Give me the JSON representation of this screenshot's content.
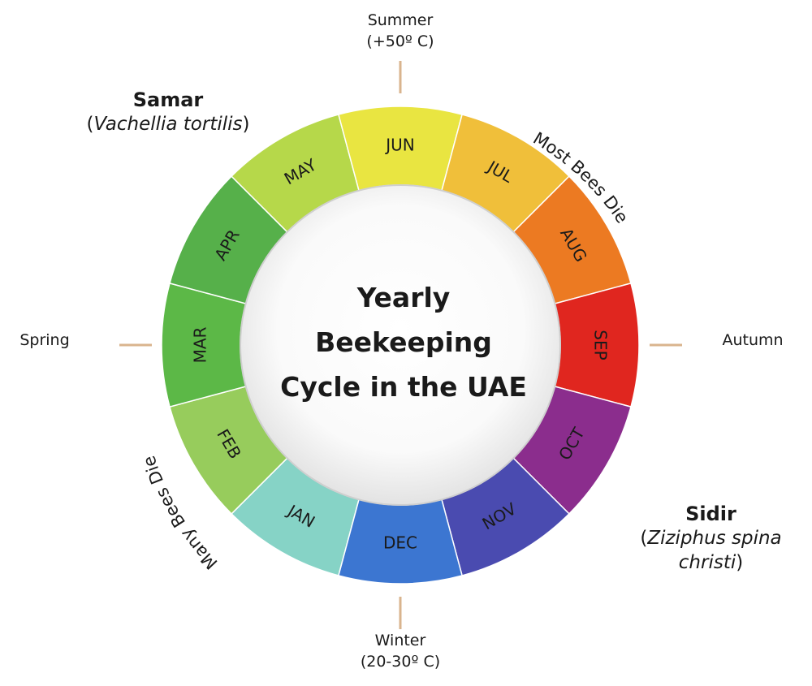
{
  "title_lines": [
    "Yearly",
    "Beekeeping",
    "Cycle in the UAE"
  ],
  "months": [
    {
      "label": "JAN",
      "color": "#86d3c6"
    },
    {
      "label": "FEB",
      "color": "#97cc5c"
    },
    {
      "label": "MAR",
      "color": "#5cb847"
    },
    {
      "label": "APR",
      "color": "#56b04a"
    },
    {
      "label": "MAY",
      "color": "#b6d84a"
    },
    {
      "label": "JUN",
      "color": "#e9e541"
    },
    {
      "label": "JUL",
      "color": "#f0bf3a"
    },
    {
      "label": "AUG",
      "color": "#ec7a22"
    },
    {
      "label": "SEP",
      "color": "#e0261f"
    },
    {
      "label": "OCT",
      "color": "#8b2d8d"
    },
    {
      "label": "NOV",
      "color": "#4a4bb0"
    },
    {
      "label": "DEC",
      "color": "#3c76d1"
    }
  ],
  "seasons": {
    "summer": {
      "line1": "Summer",
      "line2": "(+50º C)"
    },
    "winter": {
      "line1": "Winter",
      "line2": "(20-30º C)"
    },
    "spring": "Spring",
    "autumn": "Autumn"
  },
  "plants": {
    "samar": {
      "name": "Samar",
      "sci_open": "(",
      "sci": "Vachellia tortilis",
      "sci_close": ")"
    },
    "sidir": {
      "name": "Sidir",
      "sci_line1_open": "(",
      "sci_line1": "Ziziphus spina",
      "sci_line2": "christi",
      "sci_line2_close": ")"
    }
  },
  "arc_texts": {
    "most_bees_die": "Most Bees Die",
    "many_bees_die": "Many Bees Die"
  },
  "colors": {
    "tick": "#d9b48e",
    "text": "#1a1a1a",
    "divider": "#ffffff"
  }
}
